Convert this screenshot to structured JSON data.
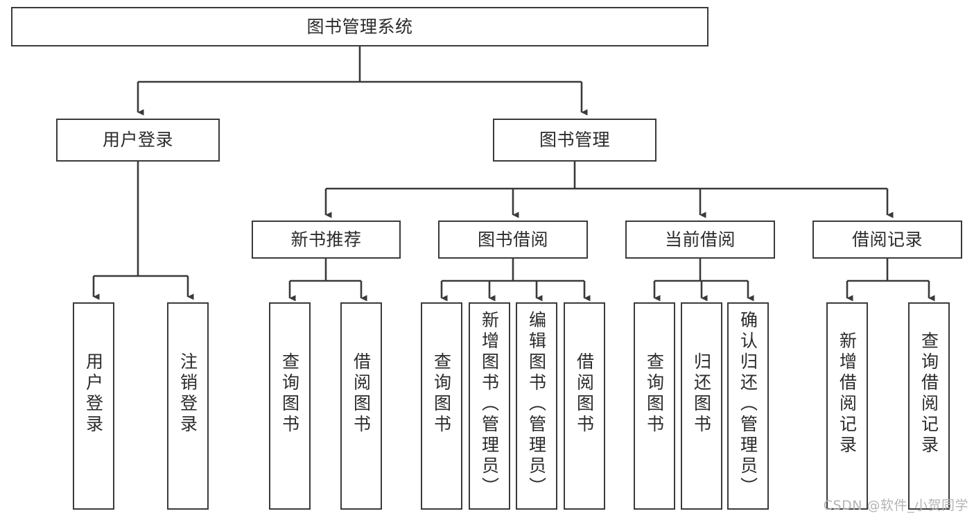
{
  "diagram": {
    "title": "图书管理系统",
    "type": "tree-hierarchy",
    "colors": {
      "background": "#ffffff",
      "box_border": "#3a3a3a",
      "box_fill": "#ffffff",
      "text": "#2b2b2b",
      "connector": "#3a3a3a",
      "watermark": "#b4b4b4"
    },
    "watermark": "CSDN @软件_小贺同学"
  },
  "nodes": {
    "root": {
      "label": "图书管理系统",
      "orientation": "horizontal"
    },
    "level2": [
      {
        "id": "user-login",
        "label": "用户登录",
        "orientation": "horizontal"
      },
      {
        "id": "book-manage",
        "label": "图书管理",
        "orientation": "horizontal"
      }
    ],
    "level3": [
      {
        "id": "new-book-recommend",
        "label": "新书推荐",
        "orientation": "horizontal"
      },
      {
        "id": "book-borrow",
        "label": "图书借阅",
        "orientation": "horizontal"
      },
      {
        "id": "current-borrow",
        "label": "当前借阅",
        "orientation": "horizontal"
      },
      {
        "id": "borrow-record",
        "label": "借阅记录",
        "orientation": "horizontal"
      }
    ],
    "leaves": [
      {
        "id": "leaf-user-login",
        "label": "用户登录",
        "orientation": "vertical",
        "parent": "user-login"
      },
      {
        "id": "leaf-logout-login",
        "label": "注销登录",
        "orientation": "vertical",
        "parent": "user-login"
      },
      {
        "id": "leaf-query-book-1",
        "label": "查询图书",
        "orientation": "vertical",
        "parent": "new-book-recommend"
      },
      {
        "id": "leaf-borrow-book-1",
        "label": "借阅图书",
        "orientation": "vertical",
        "parent": "new-book-recommend"
      },
      {
        "id": "leaf-query-book-2",
        "label": "查询图书",
        "orientation": "vertical",
        "parent": "book-borrow"
      },
      {
        "id": "leaf-add-book",
        "label": "新增图书（管理员）",
        "orientation": "vertical",
        "parent": "book-borrow"
      },
      {
        "id": "leaf-edit-book",
        "label": "编辑图书（管理员）",
        "orientation": "vertical",
        "parent": "book-borrow"
      },
      {
        "id": "leaf-borrow-book-2",
        "label": "借阅图书",
        "orientation": "vertical",
        "parent": "book-borrow"
      },
      {
        "id": "leaf-query-book-3",
        "label": "查询图书",
        "orientation": "vertical",
        "parent": "current-borrow"
      },
      {
        "id": "leaf-return-book",
        "label": "归还图书",
        "orientation": "vertical",
        "parent": "current-borrow"
      },
      {
        "id": "leaf-confirm-return",
        "label": "确认归还（管理员）",
        "orientation": "vertical",
        "parent": "current-borrow"
      },
      {
        "id": "leaf-add-record",
        "label": "新增借阅记录",
        "orientation": "vertical",
        "parent": "borrow-record"
      },
      {
        "id": "leaf-query-record",
        "label": "查询借阅记录",
        "orientation": "vertical",
        "parent": "borrow-record"
      }
    ]
  }
}
